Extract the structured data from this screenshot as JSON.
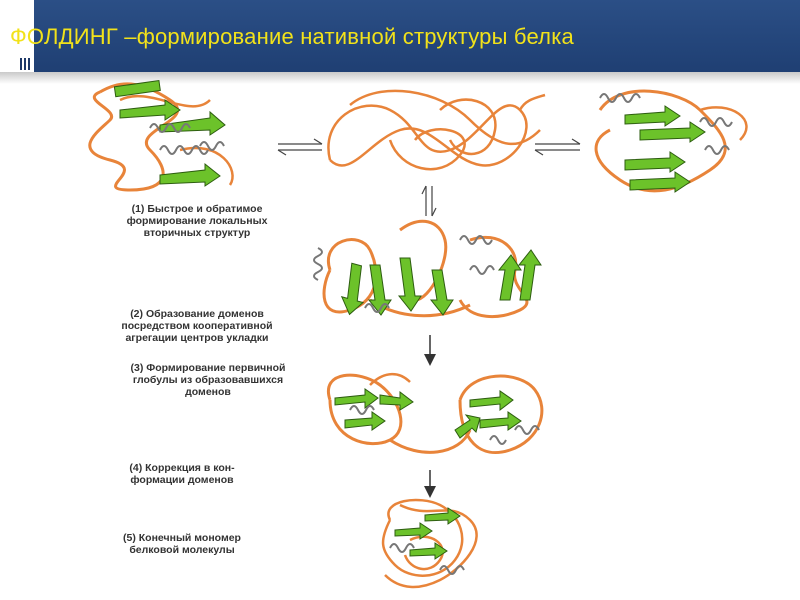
{
  "title": "ФОЛДИНГ –формирование нативной структуры белка",
  "steps": [
    {
      "lines": [
        "(1) Быстрое и обратимое",
        "формирование локальных",
        "вторичных структур"
      ]
    },
    {
      "lines": [
        "(2) Образование доменов",
        "посредством кооперативной",
        "агрегации центров укладки"
      ]
    },
    {
      "lines": [
        "(3) Формирование первичной",
        "глобулы из образовавшихся",
        "доменов"
      ]
    },
    {
      "lines": [
        "(4) Коррекция в кон-",
        "формации доменов"
      ]
    },
    {
      "lines": [
        "(5)  Конечный мономер",
        "белковой молекулы"
      ]
    }
  ],
  "colors": {
    "header_bg": "#1f3f73",
    "title": "#f2e21a",
    "coil": "#e8843a",
    "strand": "#6cc22a",
    "helix": "#8a8a8a",
    "arrow": "#333333"
  }
}
